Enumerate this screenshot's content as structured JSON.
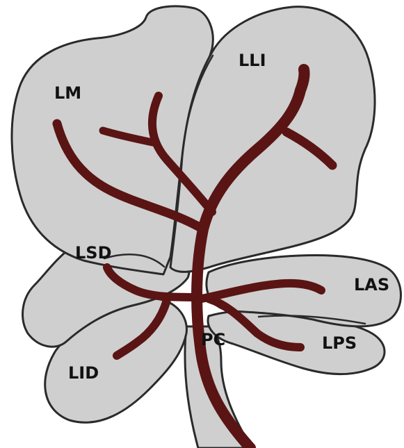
{
  "labels": {
    "lm": "LM",
    "lli": "LLI",
    "lsd": "LSD",
    "las": "LAS",
    "pc": "PC",
    "lps": "LPS",
    "lid": "LID"
  },
  "colors": {
    "lobe_fill": "#cfcfcf",
    "outline": "#2a2a2a",
    "vessel": "#5a1414",
    "background": "#ffffff"
  }
}
